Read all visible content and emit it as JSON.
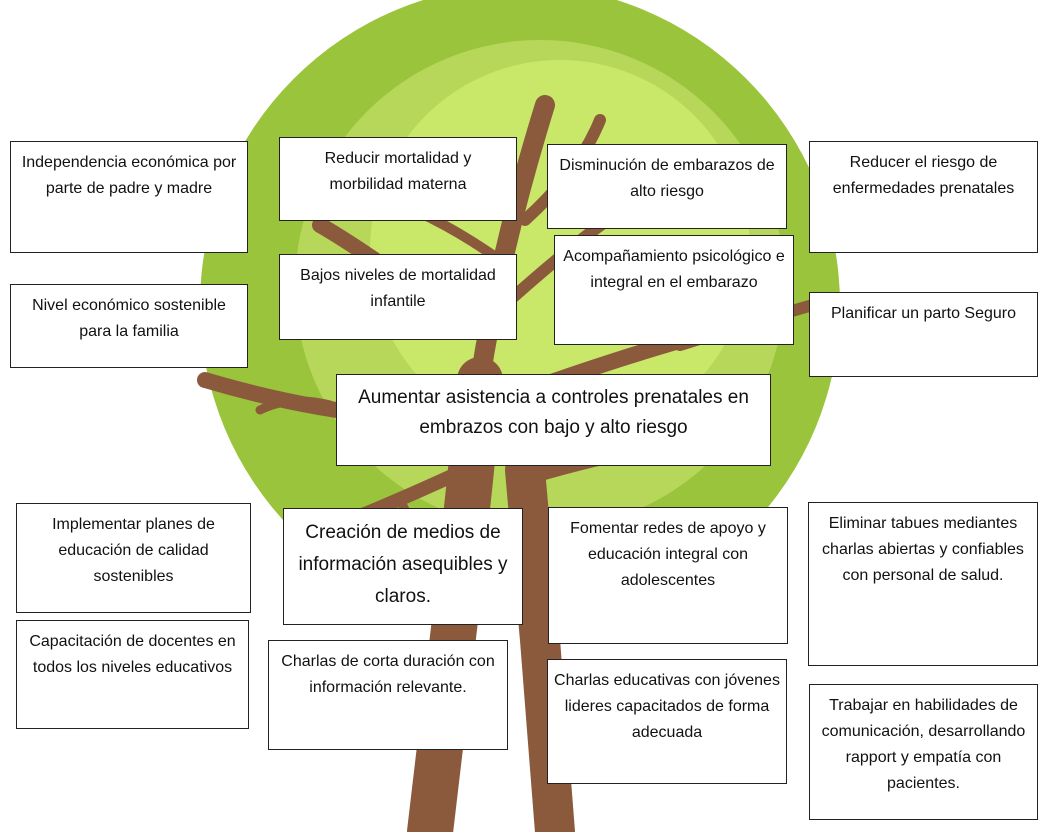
{
  "diagram": {
    "colors": {
      "crown_outer": "#9ac43b",
      "crown_mid": "#b6d75a",
      "crown_inner": "#c9e86a",
      "trunk": "#8b5a3c"
    },
    "center": "Aumentar asistencia a controles prenatales en embrazos con bajo y alto riesgo",
    "ends": [
      "Independencia económica por parte de padre y madre",
      "Reducir mortalidad y morbilidad materna",
      "Disminución de embarazos de alto riesgo",
      "Reducer el riesgo de enfermedades prenatales",
      "Nivel económico sostenible para la familia",
      "Bajos niveles de mortalidad infantile",
      "Acompañamiento psicológico e integral en el embarazo",
      "Planificar un parto Seguro"
    ],
    "means": [
      "Implementar planes de educación de calidad sostenibles",
      "Creación de medios de información asequibles y claros.",
      "Fomentar redes de apoyo y educación integral con adolescentes",
      "Eliminar tabues mediantes charlas abiertas y confiables con personal de salud.",
      "Capacitación de docentes en todos los niveles educativos",
      "Charlas de corta duración con información relevante.",
      "Charlas educativas con jóvenes lideres capacitados de forma adecuada",
      "Trabajar en habilidades de comunicación, desarrollando rapport y empatía con pacientes."
    ]
  }
}
